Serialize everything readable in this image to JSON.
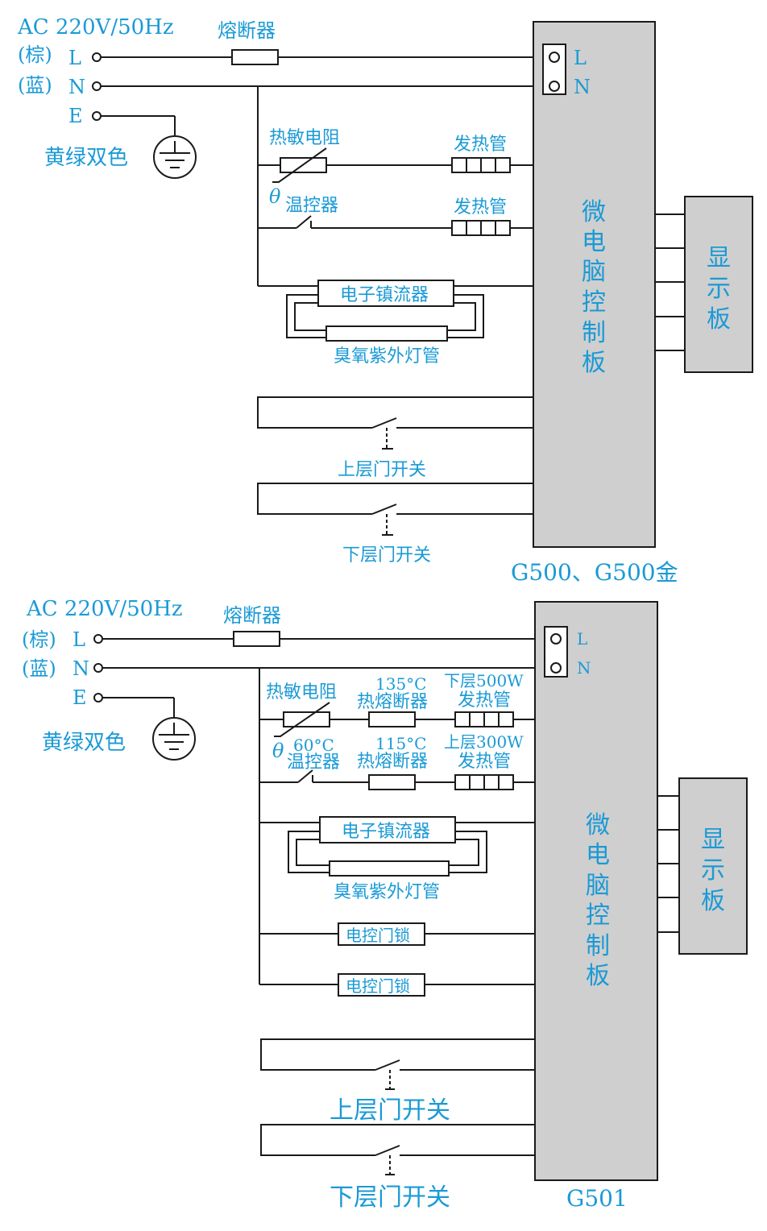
{
  "top": {
    "supply": "AC 220V/50Hz",
    "brown": "(棕)",
    "blue": "(蓝)",
    "L": "L",
    "N": "N",
    "E": "E",
    "ground": "黄绿双色",
    "fuse": "熔断器",
    "thermistor": "热敏电阻",
    "heater1": "发热管",
    "theta": "θ",
    "thermostat": "温控器",
    "heater2": "发热管",
    "ballast": "电子镇流器",
    "uv_lamp": "臭氧紫外灯管",
    "upper_switch": "上层门开关",
    "lower_switch": "下层门开关",
    "board_chars": [
      "微",
      "电",
      "脑",
      "控",
      "制",
      "板"
    ],
    "display_chars": [
      "显",
      "示",
      "板"
    ],
    "terminal_L": "L",
    "terminal_N": "N",
    "model": "G500、G500金"
  },
  "bottom": {
    "supply": "AC 220V/50Hz",
    "brown": "(棕)",
    "blue": "(蓝)",
    "L": "L",
    "N": "N",
    "E": "E",
    "ground": "黄绿双色",
    "fuse": "熔断器",
    "thermistor": "热敏电阻",
    "tfuse135_temp": "135°C",
    "tfuse135": "热熔断器",
    "heater_lower_rating": "下层500W",
    "heater_lower": "发热管",
    "theta": "θ",
    "thermostat_temp": "60°C",
    "thermostat": "温控器",
    "tfuse115_temp": "115°C",
    "tfuse115": "热熔断器",
    "heater_upper_rating": "上层300W",
    "heater_upper": "发热管",
    "ballast": "电子镇流器",
    "uv_lamp": "臭氧紫外灯管",
    "lock1": "电控门锁",
    "lock2": "电控门锁",
    "upper_switch": "上层门开关",
    "lower_switch": "下层门开关",
    "board_chars": [
      "微",
      "电",
      "脑",
      "控",
      "制",
      "板"
    ],
    "display_chars": [
      "显",
      "示",
      "板"
    ],
    "terminal_L": "L",
    "terminal_N": "N",
    "model": "G501"
  },
  "colors": {
    "label": "#1a9ad6",
    "board": "#cfcfcf",
    "wire": "#1a1a1a"
  }
}
